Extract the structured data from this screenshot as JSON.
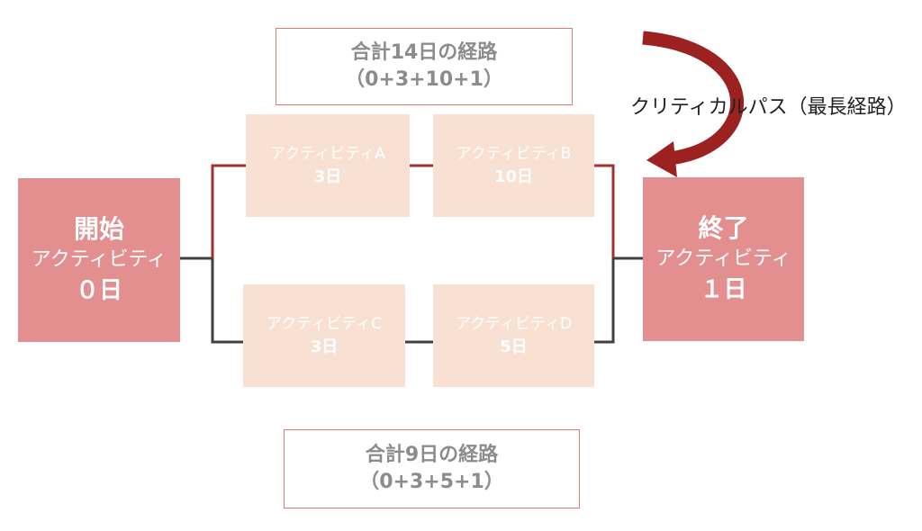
{
  "start": {
    "title": "開始",
    "subtitle": "アクティビティ",
    "duration": "０日"
  },
  "end": {
    "title": "終了",
    "subtitle": "アクティビティ",
    "duration": "１日"
  },
  "activities": [
    {
      "name": "アクティビティA",
      "duration": "3日"
    },
    {
      "name": "アクティビティB",
      "duration": "10日"
    },
    {
      "name": "アクティビティC",
      "duration": "3日"
    },
    {
      "name": "アクティビティD",
      "duration": "5日"
    }
  ],
  "paths": {
    "critical": {
      "total": "合計14日の経路",
      "formula": "（0+3+10+1）"
    },
    "other": {
      "total": "合計9日の経路",
      "formula": "（0+3+5+1）"
    }
  },
  "critical_label": "クリティカルパス（最長経路）",
  "colors": {
    "critical_line": "#a0312c",
    "normal_line": "#404040",
    "endpoint_fill": "#e48f8f",
    "activity_fill": "#f8e1d3",
    "arrow": "#9b2220"
  }
}
